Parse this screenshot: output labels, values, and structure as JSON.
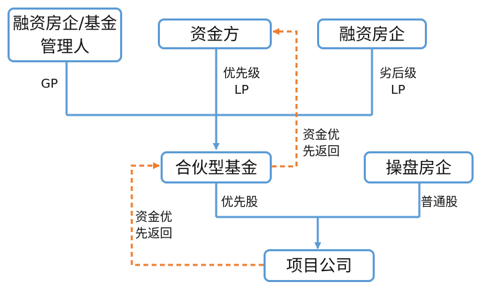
{
  "nodes": {
    "financing_gp": "融资房企/基金管理人",
    "funder": "资金方",
    "financing_developer": "融资房企",
    "partnership_fund": "合伙型基金",
    "operating_developer": "操盘房企",
    "project_company": "项目公司"
  },
  "labels": {
    "gp": "GP",
    "senior_lp": "优先级LP",
    "junior_lp": "劣后级LP",
    "fund_return_top": "资金优先返回",
    "fund_return_left": "资金优先返回",
    "preferred_shares": "优先股",
    "common_shares": "普通股"
  },
  "colors": {
    "box_border": "#5b9bd5",
    "structure_line": "#5b9bd5",
    "return_flow_line": "#ed7d31"
  }
}
